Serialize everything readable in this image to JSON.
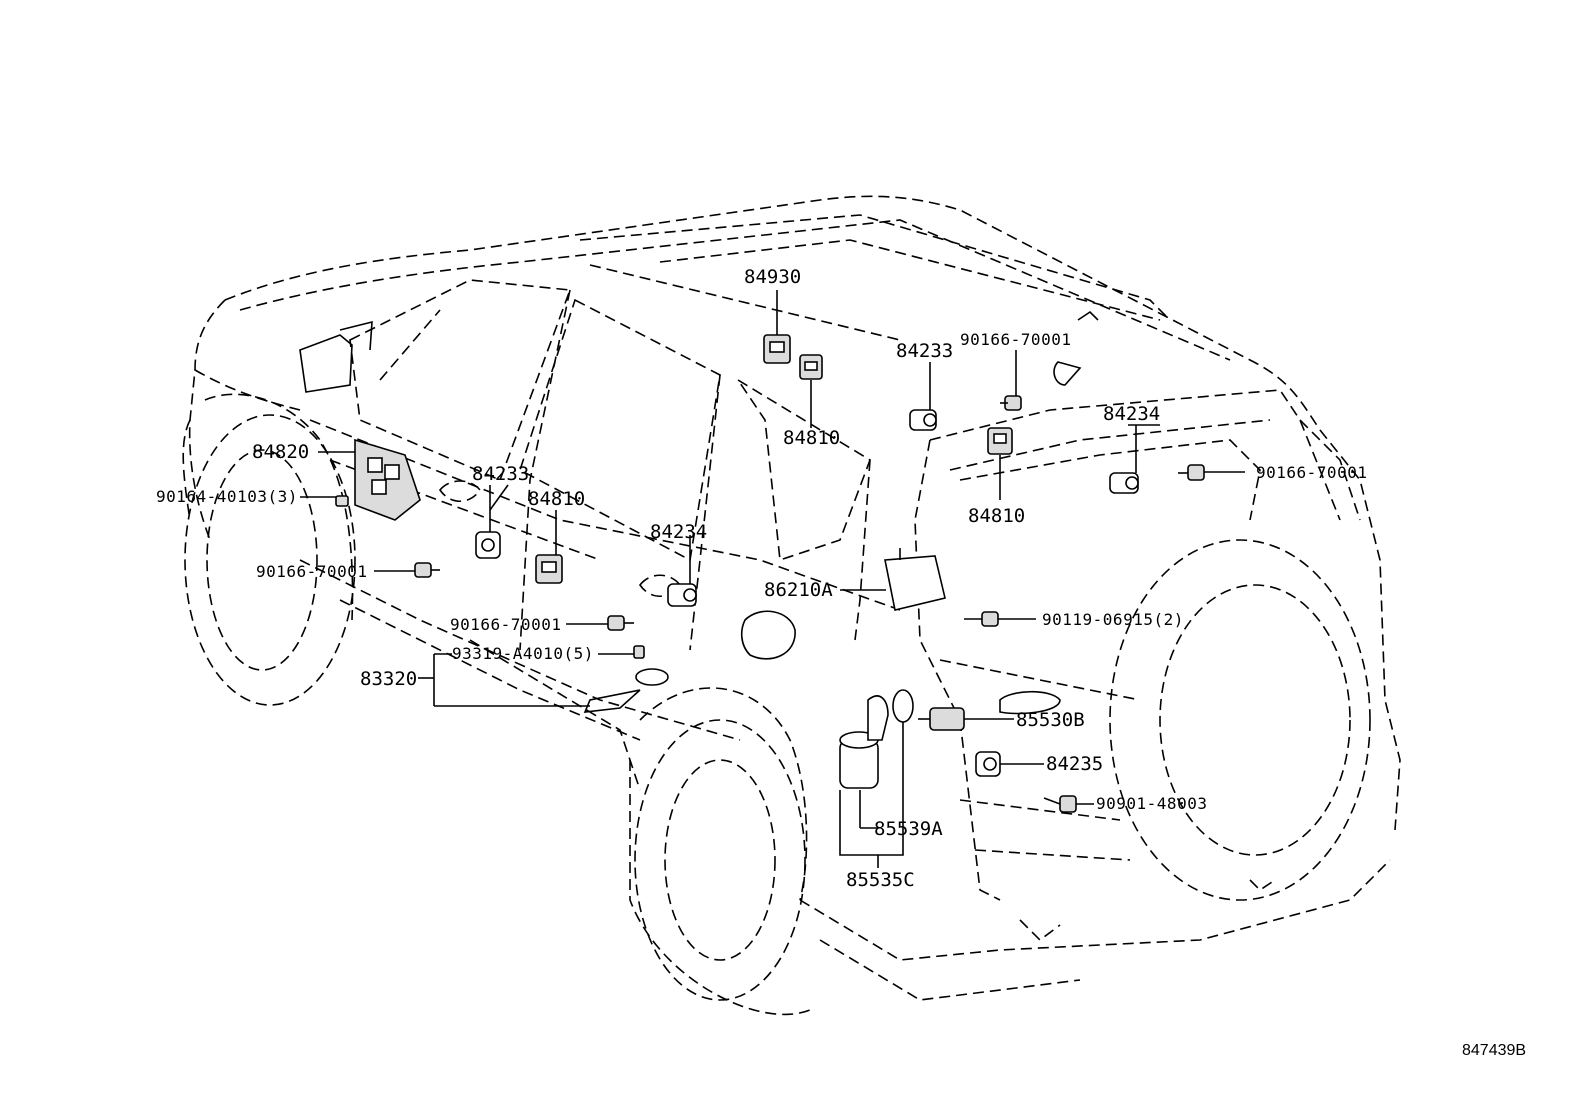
{
  "diagram": {
    "reference_code": "847439B",
    "parts": {
      "p84930": "84930",
      "p84810_a": "84810",
      "p84233_a": "84233",
      "p90166_70001_a": "90166-70001",
      "p84234_a": "84234",
      "p90166_70001_b": "90166-70001",
      "p84810_b": "84810",
      "p84820": "84820",
      "p90164_40103": "90164-40103(3)",
      "p84233_b": "84233",
      "p84810_c": "84810",
      "p84234_b": "84234",
      "p90166_70001_c": "90166-70001",
      "p86210A": "86210A",
      "p90119_06915": "90119-06915(2)",
      "p90166_70001_d": "90166-70001",
      "p93319_A4010": "93319-A4010(5)",
      "p83320": "83320",
      "p85530B": "85530B",
      "p84235": "84235",
      "p90901_48003": "90901-48003",
      "p85539A": "85539A",
      "p85535C": "85535C"
    }
  }
}
